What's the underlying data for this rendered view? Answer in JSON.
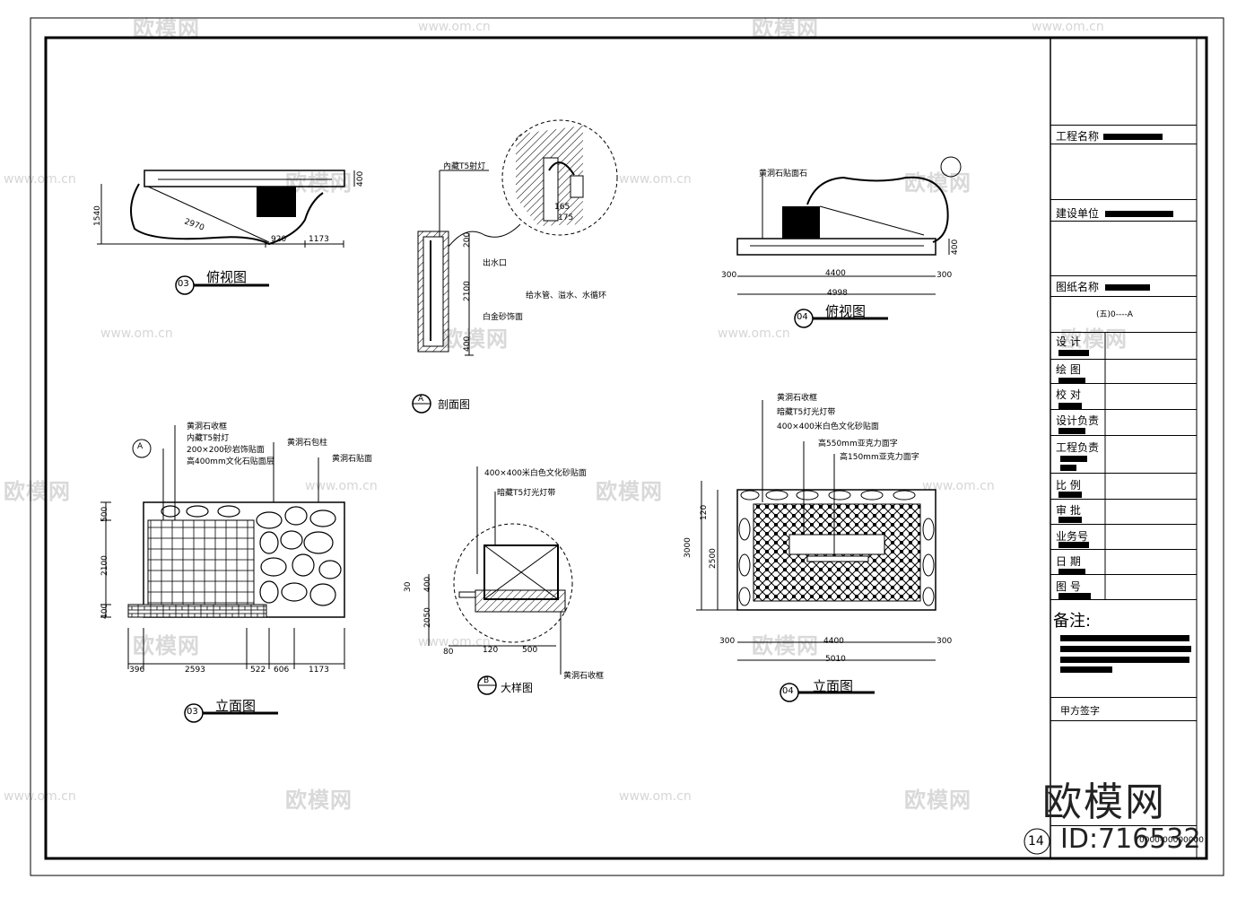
{
  "watermark": {
    "brand": "欧模网",
    "url": "www.om.cn",
    "big_brand": "欧模网",
    "id": "ID:716532"
  },
  "title_block": {
    "project_name_label": "工程名称",
    "client_label": "建设单位",
    "drawing_name_label": "图纸名称",
    "sub_label": "(五)0----A",
    "rows": [
      {
        "label": "设  计",
        "value": ""
      },
      {
        "label": "绘  图",
        "value": ""
      },
      {
        "label": "校  对",
        "value": ""
      },
      {
        "label": "设计负责",
        "value": ""
      },
      {
        "label": "工程负责",
        "value": ""
      },
      {
        "label": "比  例",
        "value": ""
      },
      {
        "label": "审  批",
        "value": ""
      },
      {
        "label": "业务号",
        "value": ""
      },
      {
        "label": "日  期",
        "value": ""
      },
      {
        "label": "图  号",
        "value": ""
      }
    ],
    "remarks_label": "备注:",
    "owner_sign_label": "甲方签字",
    "sheet_no": "14",
    "code": "0000-00000000"
  },
  "views": {
    "v03_top": {
      "number": "03",
      "title": "俯视图"
    },
    "a_section": {
      "number": "A",
      "title": "剖面图"
    },
    "v04_top": {
      "number": "04",
      "title": "俯视图"
    },
    "v03_elev": {
      "number": "03",
      "title": "立面图"
    },
    "b_detail": {
      "number": "B",
      "title": "大样图"
    },
    "v04_elev": {
      "number": "04",
      "title": "立面图"
    }
  },
  "annotations": {
    "section_light": "內藏T5射灯",
    "section_outlet": "出水口",
    "section_pipe": "给水管、溢水、水循环",
    "section_metal": "白金砂饰面",
    "top04_stone": "黄洞石贴面石",
    "elev03_notes": [
      "黄洞石收框",
      "内藏T5射灯",
      "200×200砂岩饰贴面",
      "高400mm文化石贴面层"
    ],
    "elev03_right1": "黄洞石包柱",
    "elev03_right2": "黄洞石贴面",
    "detail_note1": "400×400米白色文化砂贴面",
    "detail_note2": "暗藏T5灯光灯带",
    "detail_note3": "黄洞石收框",
    "elev04_notes": [
      "黄洞石收框",
      "暗藏T5灯光灯带",
      "400×400米白色文化砂贴面",
      "高550mm亚克力面字",
      "高150mm亚克力面字"
    ]
  },
  "dimensions": {
    "top03": {
      "d1540": "1540",
      "d2970": "2970",
      "d920": "920",
      "d1173": "1173",
      "d400": "400"
    },
    "section": {
      "d165": "165",
      "d175": "175",
      "d2100": "2100",
      "d200": "200",
      "d400": "400"
    },
    "top04": {
      "d300a": "300",
      "d4400": "4400",
      "d300b": "300",
      "d4998": "4998",
      "d400": "400"
    },
    "elev03": {
      "d500": "500",
      "d2100": "2100",
      "d400": "400",
      "d396": "396",
      "d2593": "2593",
      "d522": "522",
      "d606": "606",
      "d1173": "1173"
    },
    "detail": {
      "d30": "30",
      "d400": "400",
      "d2050": "2050",
      "d80": "80",
      "d120": "120",
      "d500": "500"
    },
    "elev04": {
      "d3000": "3000",
      "d2500": "2500",
      "d120": "120",
      "d300a": "300",
      "d4400": "4400",
      "d300b": "300",
      "d5010": "5010"
    }
  }
}
